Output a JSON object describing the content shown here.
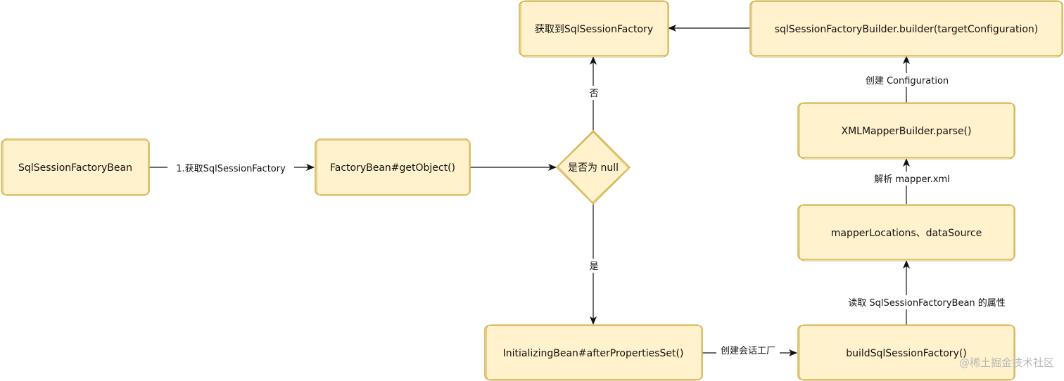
{
  "nodes": {
    "sql_session_factory_bean": "SqlSessionFactoryBean",
    "factory_bean_get_object": "FactoryBean#getObject()",
    "is_null_decision": "是否为 null",
    "get_sql_session_factory": "获取到SqlSessionFactory",
    "builder_call": "sqlSessionFactoryBuilder.builder(targetConfiguration)",
    "xml_mapper_builder_parse": "XMLMapperBuilder.parse()",
    "mapper_locations_datasource": "mapperLocations、dataSource",
    "initializing_bean": "InitializingBean#afterPropertiesSet()",
    "build_sql_session_factory": "buildSqlSessionFactory()"
  },
  "edges": {
    "get_factory": "1.获取SqlSessionFactory",
    "no": "否",
    "yes": "是",
    "create_session_factory": "创建会话工厂",
    "read_properties": "读取 SqlSessionFactoryBean 的属性",
    "parse_mapper_xml": "解析 mapper.xml",
    "create_configuration": "创建 Configuration"
  },
  "watermark": "@稀土掘金技术社区",
  "colors": {
    "node_fill": "#fff2cc",
    "node_stroke": "#d6b656",
    "edge": "#111111"
  }
}
